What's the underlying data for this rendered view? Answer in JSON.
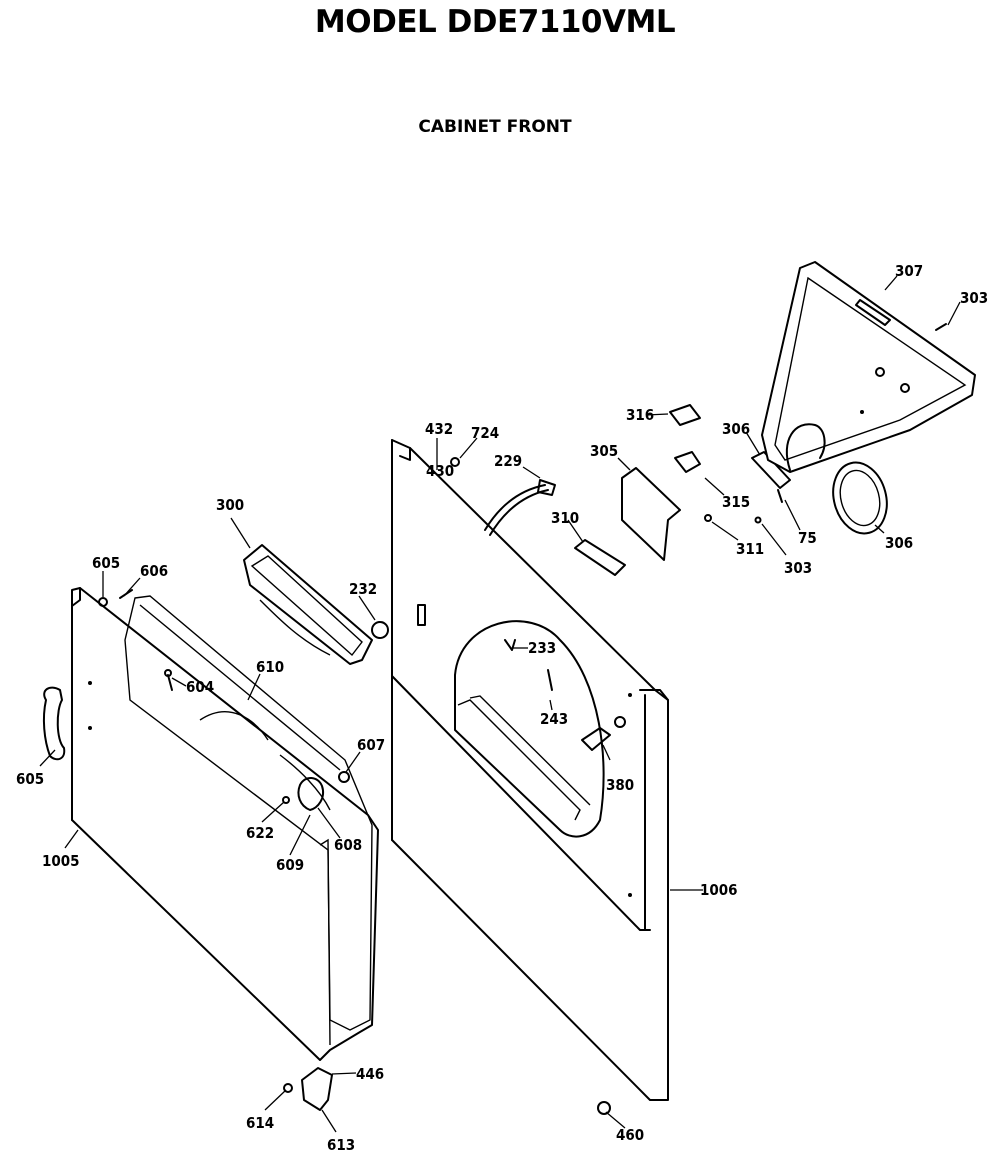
{
  "header": {
    "title": "MODEL DDE7110VML",
    "subtitle": "CABINET FRONT"
  },
  "callouts": {
    "c307": "307",
    "c303a": "303",
    "c316": "316",
    "c306a": "306",
    "c305": "305",
    "c315": "315",
    "c75": "75",
    "c306b": "306",
    "c311": "311",
    "c303b": "303",
    "c310": "310",
    "c229": "229",
    "c432": "432",
    "c724": "724",
    "c430": "430",
    "c300": "300",
    "c232": "232",
    "c605a": "605",
    "c606": "606",
    "c604": "604",
    "c610": "610",
    "c233": "233",
    "c243": "243",
    "c380": "380",
    "c607": "607",
    "c605b": "605",
    "c622": "622",
    "c608": "608",
    "c609": "609",
    "c1005": "1005",
    "c1006": "1006",
    "c446": "446",
    "c614": "614",
    "c613": "613",
    "c460": "460"
  }
}
